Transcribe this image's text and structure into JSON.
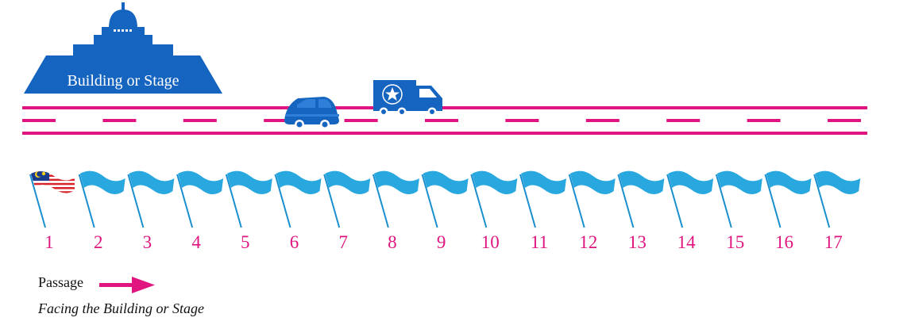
{
  "building": {
    "label": "Building or Stage",
    "color": "#1565c0"
  },
  "road": {
    "color": "#e0157f"
  },
  "truck": {
    "badge_text": "STAR"
  },
  "flags": {
    "color": "#29a8e0",
    "pole_color": "#1a8fcf",
    "first_flag": "malaysia-flag",
    "numbers": [
      "1",
      "2",
      "3",
      "4",
      "5",
      "6",
      "7",
      "8",
      "9",
      "10",
      "11",
      "12",
      "13",
      "14",
      "15",
      "16",
      "17"
    ]
  },
  "legend": {
    "passage_label": "Passage",
    "arrow_color": "#e0157f",
    "caption": "Facing the Building or Stage"
  }
}
